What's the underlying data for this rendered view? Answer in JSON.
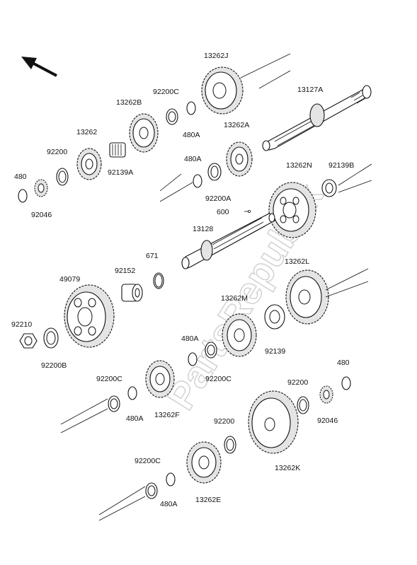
{
  "watermark": "PartsRepublik",
  "labels": {
    "p13262J": "13262J",
    "p13127A": "13127A",
    "p92200C_top": "92200C",
    "p13262B": "13262B",
    "p480A_top": "480A",
    "p13262": "13262",
    "p13262A": "13262A",
    "p92200_top": "92200",
    "p480A_mid": "480A",
    "p13262N": "13262N",
    "p92139B": "92139B",
    "p92139A": "92139A",
    "p480_left": "480",
    "p92046_left": "92046",
    "p92200A": "92200A",
    "p600": "600",
    "p13128": "13128",
    "p671": "671",
    "p92152": "92152",
    "p49079": "49079",
    "p13262L": "13262L",
    "p13262M": "13262M",
    "p92210": "92210",
    "p92200B": "92200B",
    "p92139": "92139",
    "p480A_low": "480A",
    "p92200C_mid": "92200C",
    "p92200C_left": "92200C",
    "p480A_left": "480A",
    "p13262F": "13262F",
    "p480_right": "480",
    "p92200_right": "92200",
    "p92046_right": "92046",
    "p92200_low": "92200",
    "p13262K": "13262K",
    "p92200C_bottom": "92200C",
    "p480A_bottom": "480A",
    "p13262E": "13262E"
  },
  "icons": {
    "direction_arrow": "front-direction-arrow-icon"
  }
}
